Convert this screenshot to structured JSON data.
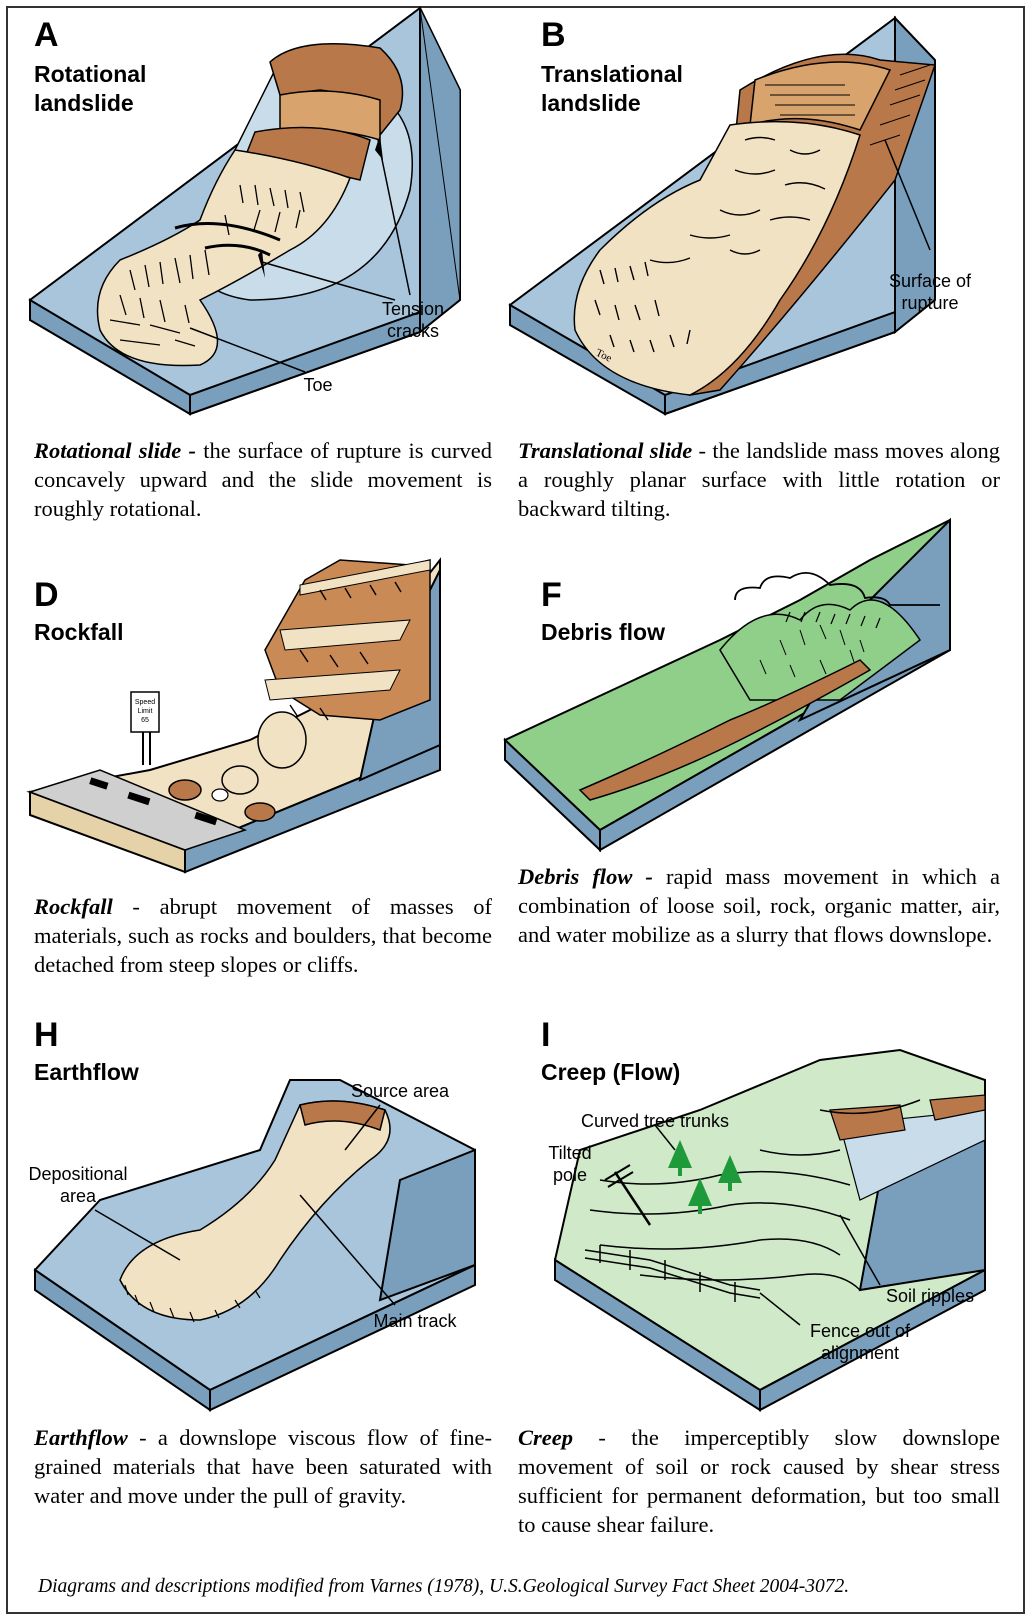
{
  "panels": [
    {
      "letter": "A",
      "title": "Rotational\nlandslide",
      "labels": {
        "tension": "Tension\ncracks",
        "toe": "Toe"
      },
      "term": "Rotational slide -",
      "desc": " the surface of rupture is curved concavely upward and the slide movement is roughly rotational."
    },
    {
      "letter": "B",
      "title": "Translational\nlandslide",
      "labels": {
        "rupture": "Surface of\nrupture",
        "toe": "Toe"
      },
      "term": "Translational slide",
      "desc": " - the landslide mass moves along a roughly planar surface with little rotation or backward tilting."
    },
    {
      "letter": "D",
      "title": "Rockfall",
      "labels": {
        "sign": "Speed\nLimit\n65"
      },
      "term": "Rockfall",
      "desc": " - abrupt movement of masses of materials, such as rocks and boulders, that become detached from steep slopes or cliffs."
    },
    {
      "letter": "F",
      "title": "Debris flow",
      "labels": {},
      "term": "Debris flow -",
      "desc": " rapid mass movement in which a combination of loose soil, rock, organic matter, air, and water mobilize as a slurry that flows downslope."
    },
    {
      "letter": "H",
      "title": "Earthflow",
      "labels": {
        "source": "Source area",
        "depositional": "Depositional\narea",
        "track": "Main track"
      },
      "term": "Earthflow",
      "desc": " - a downslope viscous flow of fine-grained materials that have been saturated with water and move under the pull of gravity."
    },
    {
      "letter": "I",
      "title": "Creep (Flow)",
      "labels": {
        "trees": "Curved tree trunks",
        "pole": "Tilted\npole",
        "ripples": "Soil ripples",
        "fence": "Fence out of\nalignment"
      },
      "term": "Creep",
      "desc": " - the imperceptibly slow downslope movement of soil or rock caused by shear stress sufficient for permanent deformation, but too small to cause shear failure."
    }
  ],
  "footnote": "Diagrams and descriptions modified from Varnes (1978), U.S.Geological Survey Fact Sheet 2004-3072.",
  "colors": {
    "slope_side": "#7a9fbd",
    "slope_top": "#a8c5dc",
    "light_blue": "#c9dcea",
    "slide_mass": "#f2e2c4",
    "scarp": "#b9784a",
    "dark_brown": "#8a4b22",
    "green": "#8fcf8a",
    "light_green": "#cfe9c9",
    "road": "#cfcfcf",
    "tree": "#1f9a3a"
  }
}
